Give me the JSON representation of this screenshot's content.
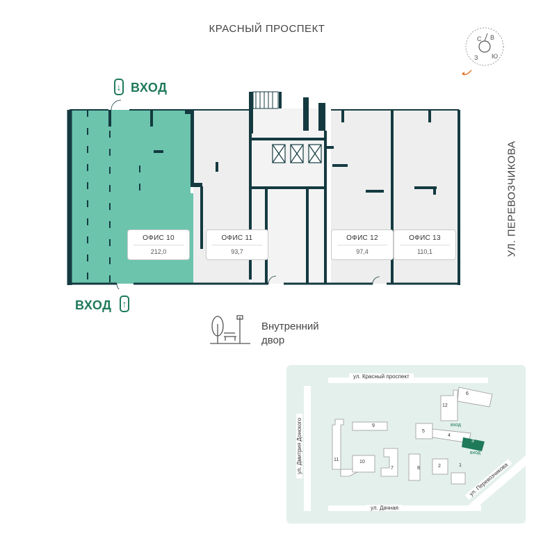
{
  "streets": {
    "top": "КРАСНЫЙ ПРОСПЕКТ",
    "right": "УЛ. ПЕРЕВОЗЧИКОВА"
  },
  "compass": {
    "north": "С",
    "east": "В",
    "south": "Ю",
    "west": "З"
  },
  "entrances": {
    "top": "ВХОД",
    "bottom": "ВХОД"
  },
  "offices": [
    {
      "name": "ОФИС 10",
      "area": "212,0",
      "selected": true
    },
    {
      "name": "ОФИС 11",
      "area": "93,7",
      "selected": false
    },
    {
      "name": "ОФИС 12",
      "area": "97,4",
      "selected": false
    },
    {
      "name": "ОФИС 13",
      "area": "110,1",
      "selected": false
    }
  ],
  "courtyard": {
    "line1": "Внутренний",
    "line2": "двор"
  },
  "minimap": {
    "street_top": "ул. Красный проспект",
    "street_bottom": "ул. Дачная",
    "street_left": "ул. Дмитрия Донского",
    "street_right": "ул. Перевозчикова",
    "entrance_top": "вход",
    "entrance_bottom": "вход",
    "buildings": [
      "1",
      "2",
      "3",
      "4",
      "5",
      "6",
      "7",
      "8",
      "9",
      "10",
      "11",
      "12"
    ]
  },
  "colors": {
    "selected_fill": "#6cc4ad",
    "room_fill": "#eeeeee",
    "wall": "#143a40",
    "accent": "#1f7a5a",
    "compass_arrow": "#e07a2e",
    "map_bg": "#e4f0ec",
    "map_building": "#ffffff",
    "map_selected": "#1f7a5a"
  }
}
